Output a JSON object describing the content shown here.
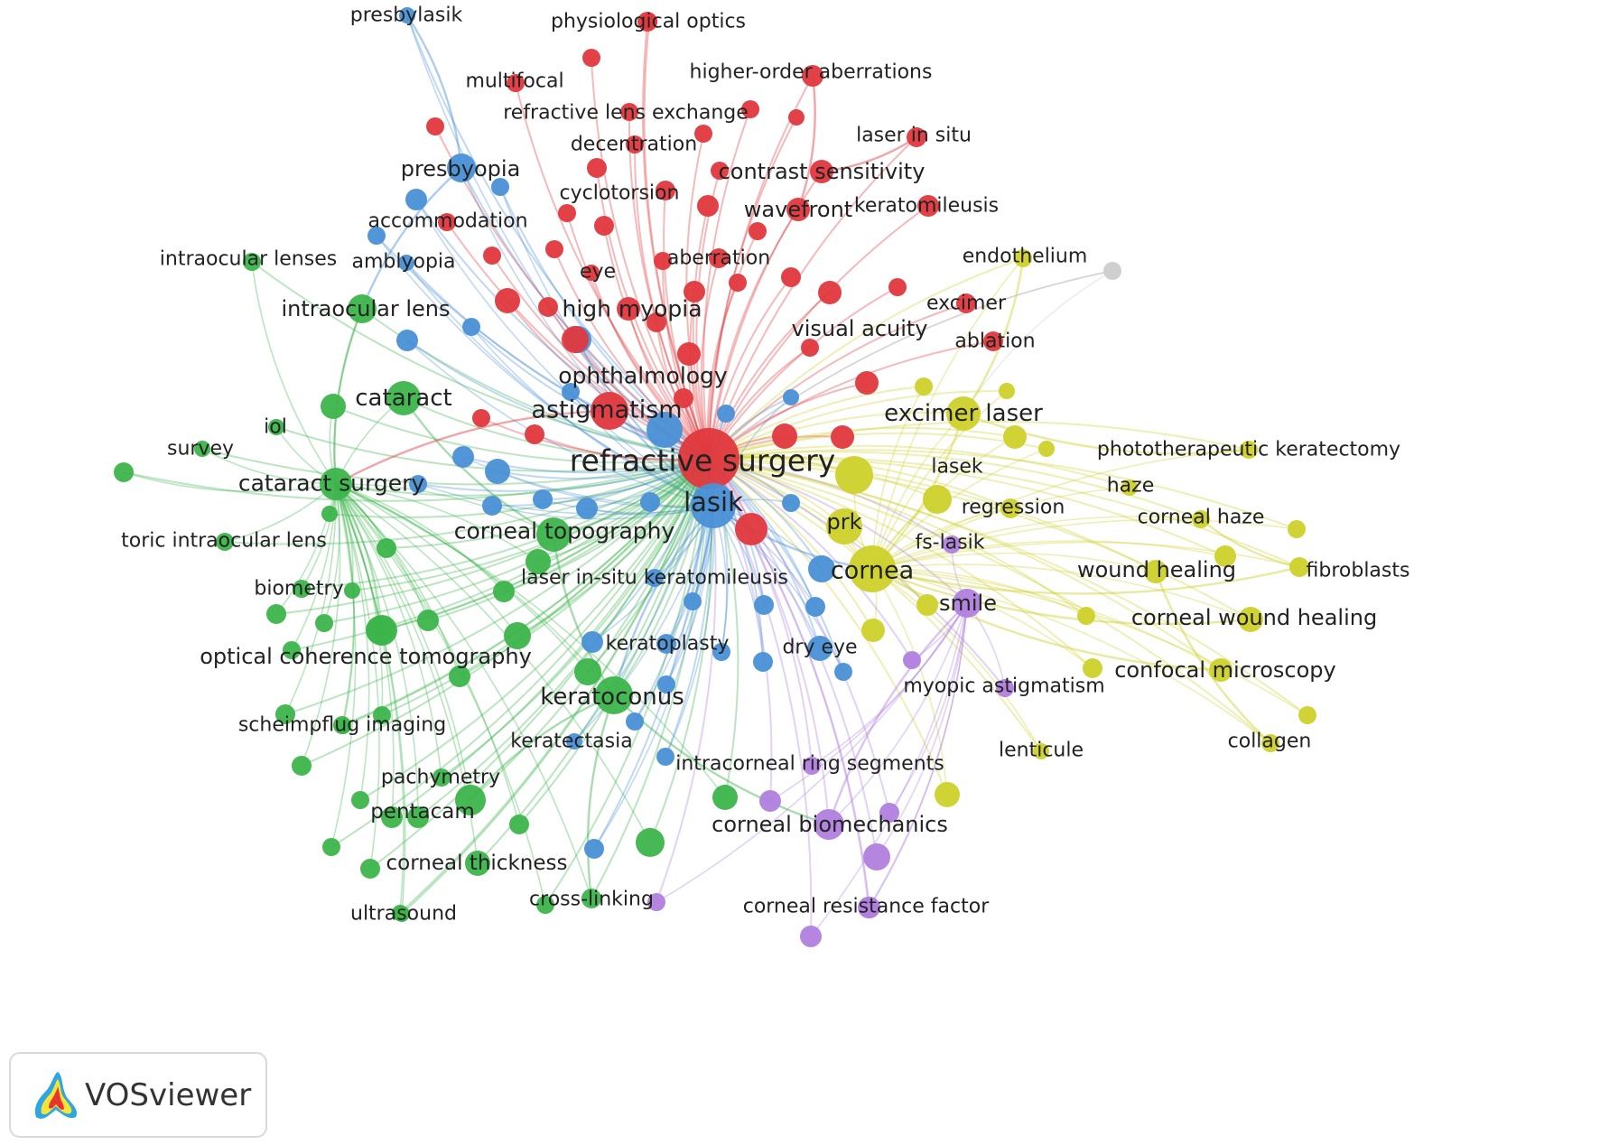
{
  "colors": {
    "red": "#e0383d",
    "blue": "#4a90d6",
    "green": "#3cb44b",
    "yellow": "#cdd12a",
    "purple": "#b07fde",
    "gray": "#cccccc"
  },
  "badge": {
    "label": "VOSviewer",
    "icon": "vosviewer-logo-icon"
  },
  "nodes": [
    {
      "id": "refractive_surgery",
      "label": "refractive surgery",
      "c": "red",
      "big": true
    },
    {
      "id": "lasik",
      "label": "lasik",
      "c": "blue",
      "big": true
    },
    {
      "id": "cornea",
      "label": "cornea",
      "c": "yellow",
      "big": true
    },
    {
      "id": "astigmatism",
      "label": "astigmatism",
      "c": "red",
      "big": true
    },
    {
      "id": "ophthalmology",
      "label": "ophthalmology",
      "c": "red"
    },
    {
      "id": "high_myopia",
      "label": "high myopia",
      "c": "red"
    },
    {
      "id": "eye",
      "label": "eye",
      "c": "red"
    },
    {
      "id": "aberration",
      "label": "aberration",
      "c": "red"
    },
    {
      "id": "visual_acuity",
      "label": "visual acuity",
      "c": "red"
    },
    {
      "id": "excimer",
      "label": "excimer",
      "c": "red"
    },
    {
      "id": "ablation",
      "label": "ablation",
      "c": "red"
    },
    {
      "id": "wavefront",
      "label": "wavefront",
      "c": "red"
    },
    {
      "id": "keratomileusis",
      "label": "keratomileusis",
      "c": "red"
    },
    {
      "id": "contrast_sensitivity",
      "label": "contrast sensitivity",
      "c": "red"
    },
    {
      "id": "laser_in_situ",
      "label": "laser in situ",
      "c": "red"
    },
    {
      "id": "cyclotorsion",
      "label": "cyclotorsion",
      "c": "red"
    },
    {
      "id": "decentration",
      "label": "decentration",
      "c": "red"
    },
    {
      "id": "refractive_lens_exchange",
      "label": "refractive lens exchange",
      "c": "red"
    },
    {
      "id": "higher_order_aberrations",
      "label": "higher-order aberrations",
      "c": "red"
    },
    {
      "id": "multifocal",
      "label": "multifocal",
      "c": "red"
    },
    {
      "id": "physiological_optics",
      "label": "physiological optics",
      "c": "red"
    },
    {
      "id": "presbylasik",
      "label": "presbylasik",
      "c": "blue"
    },
    {
      "id": "presbyopia",
      "label": "presbyopia",
      "c": "blue"
    },
    {
      "id": "accommodation",
      "label": "accommodation",
      "c": "blue"
    },
    {
      "id": "amblyopia",
      "label": "amblyopia",
      "c": "blue"
    },
    {
      "id": "laser_in_situ_keratomileusis",
      "label": "laser in-situ keratomileusis",
      "c": "blue"
    },
    {
      "id": "keratoplasty",
      "label": "keratoplasty",
      "c": "blue"
    },
    {
      "id": "dry_eye",
      "label": "dry eye",
      "c": "blue"
    },
    {
      "id": "keratectasia",
      "label": "keratectasia",
      "c": "blue"
    },
    {
      "id": "intraocular_lenses",
      "label": "intraocular lenses",
      "c": "green"
    },
    {
      "id": "intraocular_lens",
      "label": "intraocular lens",
      "c": "green"
    },
    {
      "id": "cataract",
      "label": "cataract",
      "c": "green"
    },
    {
      "id": "iol",
      "label": "iol",
      "c": "green"
    },
    {
      "id": "survey",
      "label": "survey",
      "c": "green"
    },
    {
      "id": "cataract_surgery",
      "label": "cataract surgery",
      "c": "green"
    },
    {
      "id": "toric_intraocular_lens",
      "label": "toric intraocular lens",
      "c": "green"
    },
    {
      "id": "biometry",
      "label": "biometry",
      "c": "green"
    },
    {
      "id": "optical_coherence_tomography",
      "label": "optical coherence tomography",
      "c": "green"
    },
    {
      "id": "corneal_topography",
      "label": "corneal topography",
      "c": "green"
    },
    {
      "id": "keratoconus",
      "label": "keratoconus",
      "c": "green"
    },
    {
      "id": "scheimpflug_imaging",
      "label": "scheimpflug imaging",
      "c": "green"
    },
    {
      "id": "pachymetry",
      "label": "pachymetry",
      "c": "green"
    },
    {
      "id": "pentacam",
      "label": "pentacam",
      "c": "green"
    },
    {
      "id": "corneal_thickness",
      "label": "corneal thickness",
      "c": "green"
    },
    {
      "id": "ultrasound",
      "label": "ultrasound",
      "c": "green"
    },
    {
      "id": "cross_linking",
      "label": "cross-linking",
      "c": "green"
    },
    {
      "id": "excimer_laser",
      "label": "excimer laser",
      "c": "yellow"
    },
    {
      "id": "endothelium",
      "label": "endothelium",
      "c": "yellow"
    },
    {
      "id": "phototherapeutic_keratectomy",
      "label": "phototherapeutic keratectomy",
      "c": "yellow"
    },
    {
      "id": "lasek",
      "label": "lasek",
      "c": "yellow"
    },
    {
      "id": "haze",
      "label": "haze",
      "c": "yellow"
    },
    {
      "id": "regression",
      "label": "regression",
      "c": "yellow"
    },
    {
      "id": "prk",
      "label": "prk",
      "c": "yellow"
    },
    {
      "id": "corneal_haze",
      "label": "corneal haze",
      "c": "yellow"
    },
    {
      "id": "wound_healing",
      "label": "wound healing",
      "c": "yellow"
    },
    {
      "id": "fibroblasts",
      "label": "fibroblasts",
      "c": "yellow"
    },
    {
      "id": "corneal_wound_healing",
      "label": "corneal wound healing",
      "c": "yellow"
    },
    {
      "id": "confocal_microscopy",
      "label": "confocal microscopy",
      "c": "yellow"
    },
    {
      "id": "lenticule",
      "label": "lenticule",
      "c": "yellow"
    },
    {
      "id": "collagen",
      "label": "collagen",
      "c": "yellow"
    },
    {
      "id": "fs_lasik",
      "label": "fs-lasik",
      "c": "purple"
    },
    {
      "id": "smile",
      "label": "smile",
      "c": "purple"
    },
    {
      "id": "myopic_astigmatism",
      "label": "myopic astigmatism",
      "c": "purple"
    },
    {
      "id": "intracorneal_ring_segments",
      "label": "intracorneal ring segments",
      "c": "purple"
    },
    {
      "id": "corneal_biomechanics",
      "label": "corneal biomechanics",
      "c": "purple"
    },
    {
      "id": "corneal_resistance_factor",
      "label": "corneal resistance factor",
      "c": "purple"
    }
  ]
}
